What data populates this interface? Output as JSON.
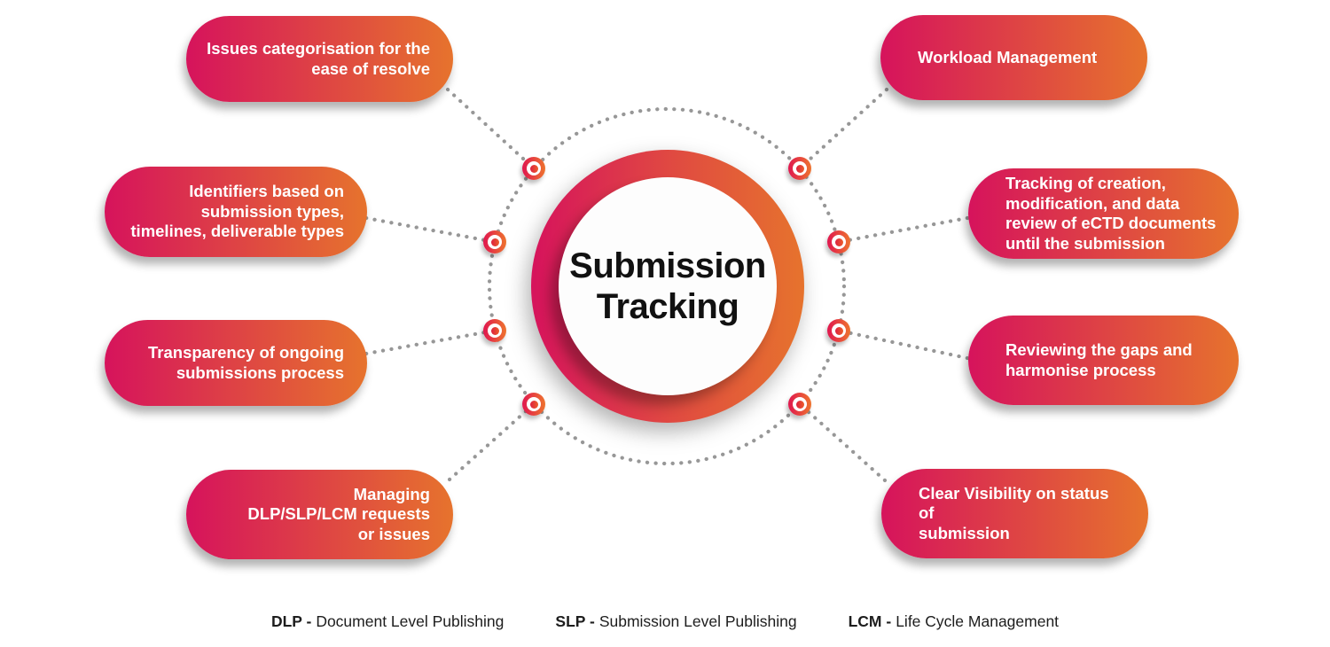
{
  "title": {
    "lines": [
      "Submission",
      "Tracking"
    ]
  },
  "pills": [
    {
      "id": "issues-categorisation",
      "lines": [
        "Issues categorisation for the",
        "ease of resolve"
      ]
    },
    {
      "id": "identifiers",
      "lines": [
        "Identifiers based on",
        "submission types,",
        "timelines, deliverable types"
      ]
    },
    {
      "id": "transparency",
      "lines": [
        "Transparency of ongoing",
        "submissions process"
      ]
    },
    {
      "id": "managing-requests",
      "lines": [
        "Managing",
        "DLP/SLP/LCM requests",
        "or issues"
      ]
    },
    {
      "id": "workload-management",
      "lines": [
        "Workload Management"
      ]
    },
    {
      "id": "tracking-ectd",
      "lines": [
        "Tracking of creation,",
        "modification, and data",
        "review of eCTD documents",
        "until the submission"
      ]
    },
    {
      "id": "reviewing-gaps",
      "lines": [
        "Reviewing the gaps and",
        "harmonise process"
      ]
    },
    {
      "id": "clear-visibility",
      "lines": [
        "Clear Visibility on status of",
        "submission"
      ]
    }
  ],
  "legend": [
    {
      "abbr": "DLP -",
      "text": "Document Level Publishing"
    },
    {
      "abbr": "SLP -",
      "text": "Submission Level Publishing"
    },
    {
      "abbr": "LCM -",
      "text": "Life Cycle Management"
    }
  ],
  "colors": {
    "pink": "#d6135c",
    "orange": "#e6732d",
    "dot_gray": "#979797",
    "title_text": "#111111",
    "legend_text": "#1d1d1d"
  }
}
